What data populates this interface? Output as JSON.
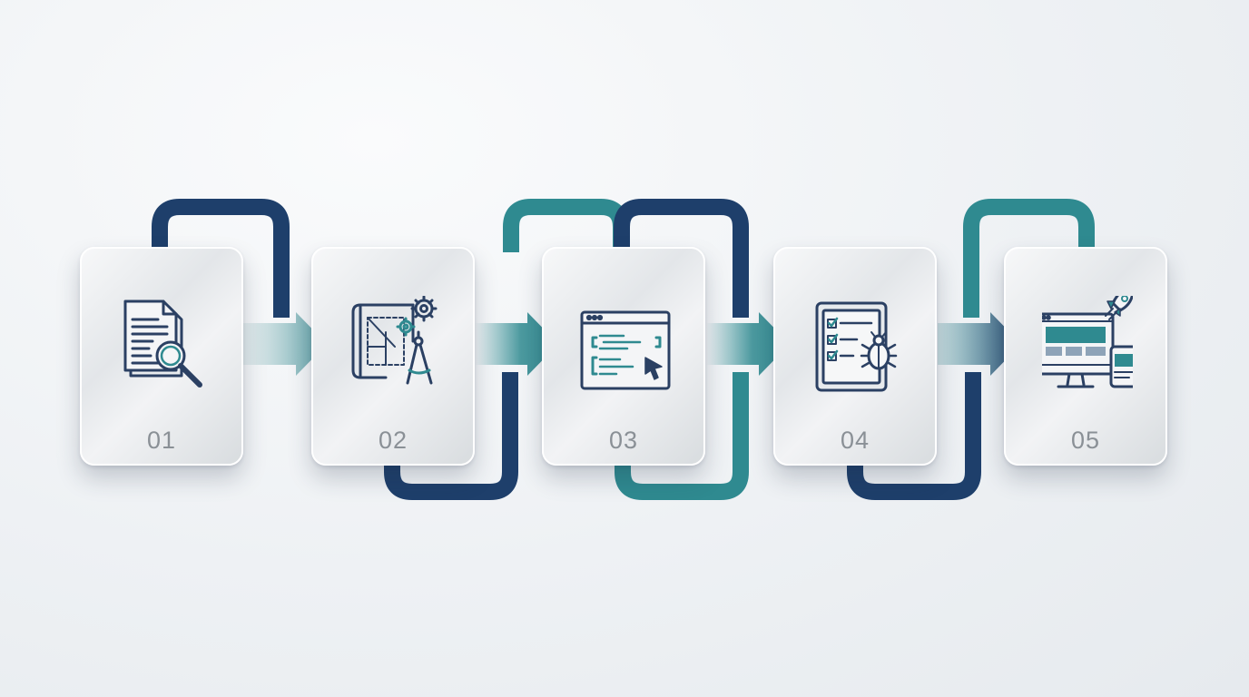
{
  "colors": {
    "navy": "#1e3f6b",
    "teal": "#2f8a90",
    "icon_stroke": "#2b4063",
    "icon_accent": "#2f8a90",
    "number": "#8a9096"
  },
  "steps": [
    {
      "number": "01",
      "icon": "document-search-icon"
    },
    {
      "number": "02",
      "icon": "blueprint-compass-gears-icon"
    },
    {
      "number": "03",
      "icon": "code-window-cursor-icon"
    },
    {
      "number": "04",
      "icon": "checklist-tablet-bug-icon"
    },
    {
      "number": "05",
      "icon": "desktop-mobile-rocket-icon"
    }
  ]
}
